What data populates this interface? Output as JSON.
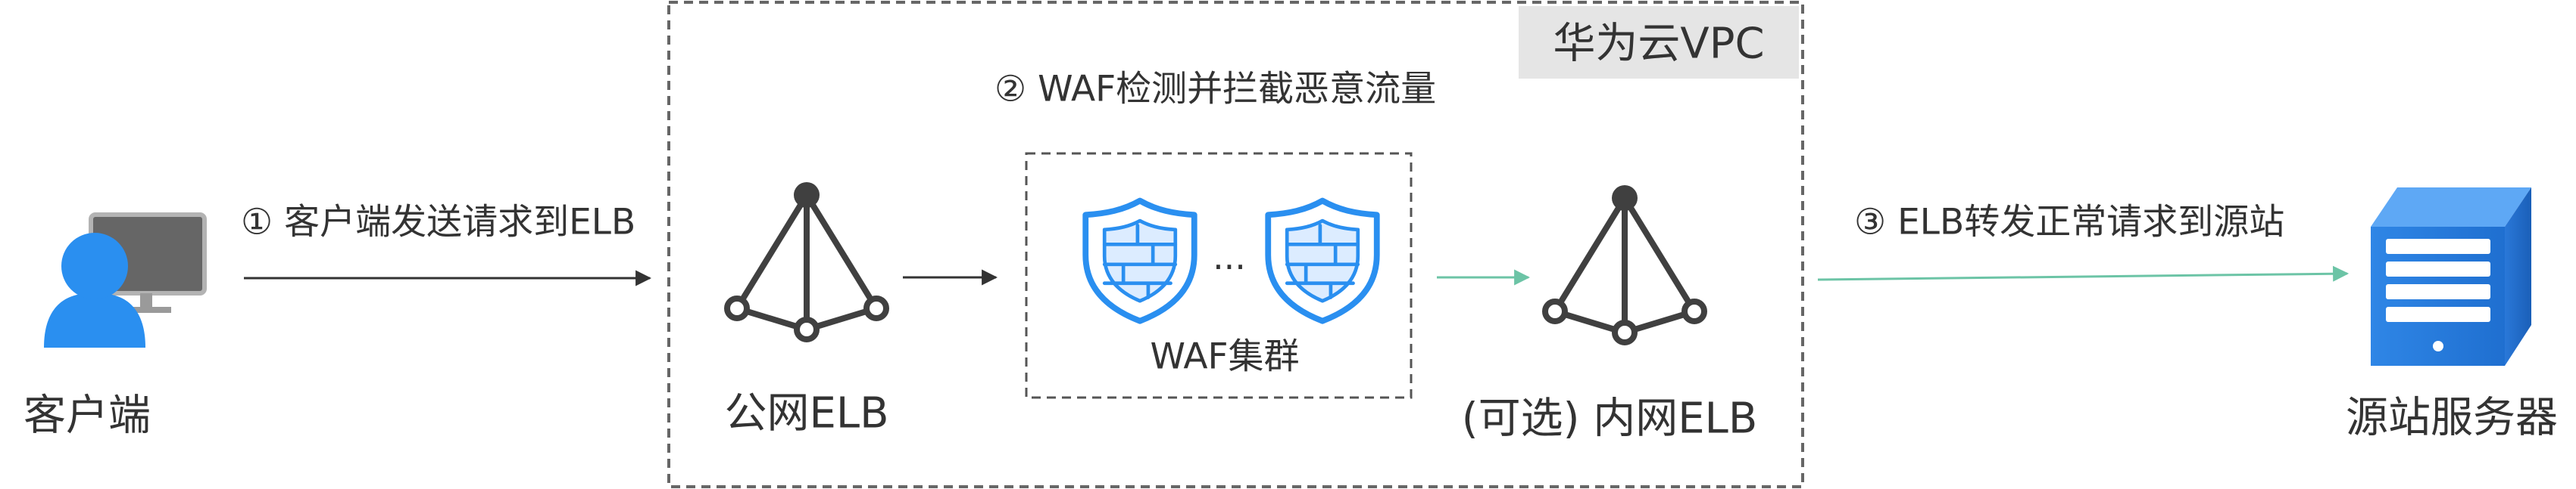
{
  "vpc": {
    "label": "华为云VPC"
  },
  "nodes": {
    "client": {
      "label": "客户端",
      "icon": "user-computer-icon"
    },
    "public_elb": {
      "label": "公网ELB",
      "icon": "load-balancer-icon"
    },
    "waf_cluster": {
      "label": "WAF集群",
      "icon": "shield-icon",
      "ellipsis": "..."
    },
    "internal_elb": {
      "label": "(可选) 内网ELB",
      "icon": "load-balancer-icon"
    },
    "origin_server": {
      "label": "源站服务器",
      "icon": "server-icon"
    }
  },
  "steps": {
    "step1": "① 客户端发送请求到ELB",
    "step2": "② WAF检测并拦截恶意流量",
    "step3": "③ ELB转发正常请求到源站"
  },
  "colors": {
    "vpc_border": "#666666",
    "vpc_label_bg": "#e5e5e5",
    "text": "#333333",
    "arrow_dark": "#333333",
    "arrow_green": "#6cc4a6",
    "elb_icon": "#404040",
    "shield_blue": "#2a8ff0",
    "user_blue": "#2a8ff0",
    "monitor_gray": "#666666",
    "server_blue": "#2f86e6"
  }
}
